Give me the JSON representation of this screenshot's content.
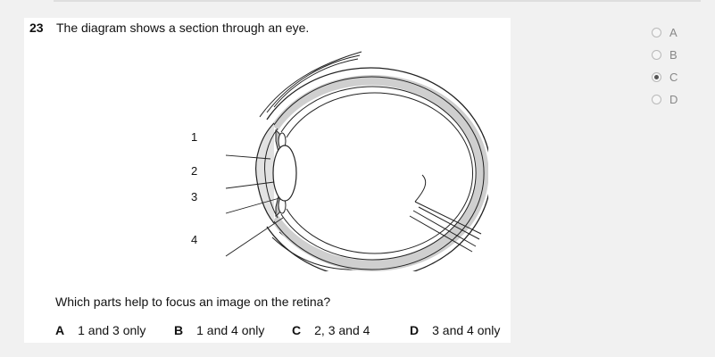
{
  "question": {
    "number": "23",
    "stem": "The diagram shows a section through an eye.",
    "prompt": "Which parts help to focus an image on the retina?",
    "diagram_labels": [
      "1",
      "2",
      "3",
      "4"
    ],
    "options": [
      {
        "letter": "A",
        "text": "1 and 3 only"
      },
      {
        "letter": "B",
        "text": "1 and 4 only"
      },
      {
        "letter": "C",
        "text": "2, 3 and 4"
      },
      {
        "letter": "D",
        "text": "3 and 4 only"
      }
    ]
  },
  "answers": {
    "choices": [
      "A",
      "B",
      "C",
      "D"
    ],
    "selected": "C"
  }
}
